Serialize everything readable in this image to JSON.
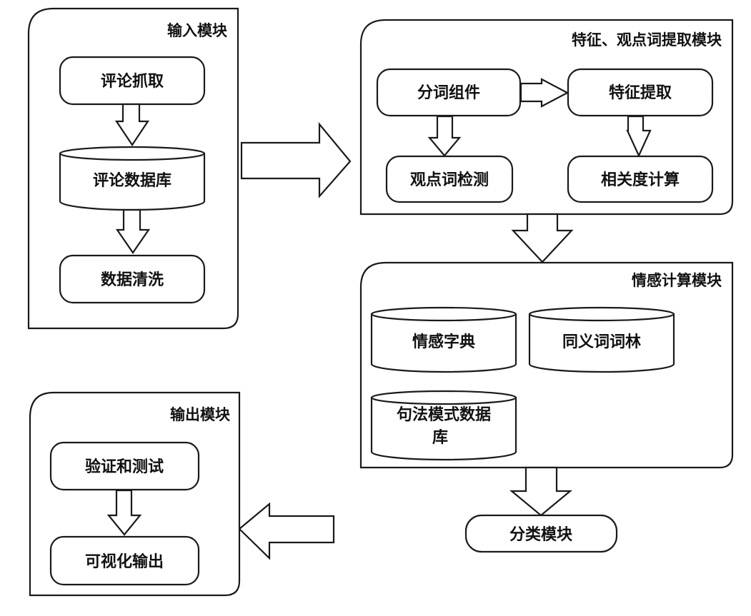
{
  "diagram": {
    "modules": {
      "input": {
        "title": "输入模块",
        "nodes": {
          "crawl": "评论抓取",
          "review_db": "评论数据库",
          "cleaning": "数据清洗"
        }
      },
      "feature": {
        "title": "特征、观点词提取模块",
        "nodes": {
          "segmentation": "分词组件",
          "feature_extraction": "特征提取",
          "opinion_detection": "观点词检测",
          "relevance_calc": "相关度计算"
        }
      },
      "sentiment": {
        "title": "情感计算模块",
        "nodes": {
          "sentiment_dict": "情感字典",
          "synonym_forest": "同义词词林",
          "syntax_db_line1": "句法模式数据",
          "syntax_db_line2": "库"
        }
      },
      "classification": {
        "title": "分类模块"
      },
      "output": {
        "title": "输出模块",
        "nodes": {
          "validation": "验证和测试",
          "visualization": "可视化输出"
        }
      }
    },
    "edges": [
      {
        "from": "评论抓取",
        "to": "评论数据库"
      },
      {
        "from": "评论数据库",
        "to": "数据清洗"
      },
      {
        "from": "输入模块",
        "to": "特征、观点词提取模块"
      },
      {
        "from": "分词组件",
        "to": "特征提取"
      },
      {
        "from": "分词组件",
        "to": "观点词检测"
      },
      {
        "from": "特征提取",
        "to": "相关度计算"
      },
      {
        "from": "特征、观点词提取模块",
        "to": "情感计算模块"
      },
      {
        "from": "情感计算模块",
        "to": "分类模块"
      },
      {
        "from": "分类模块",
        "to": "输出模块"
      },
      {
        "from": "验证和测试",
        "to": "可视化输出"
      }
    ]
  }
}
